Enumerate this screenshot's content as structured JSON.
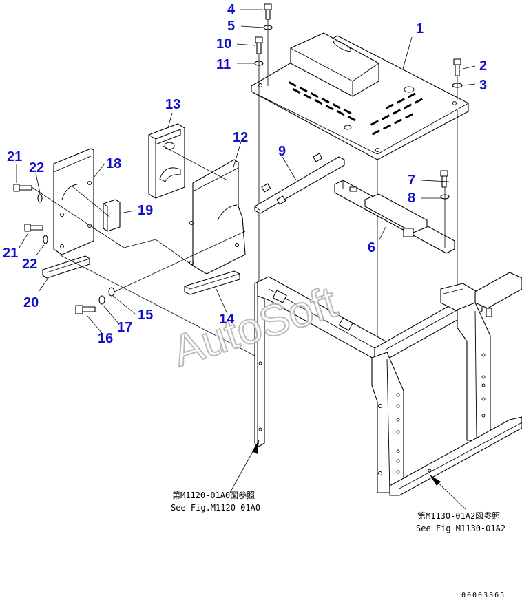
{
  "diagram": {
    "watermark": "AutoSoft",
    "document_number": "00003865",
    "callouts": [
      {
        "id": "c1",
        "label": "1"
      },
      {
        "id": "c2",
        "label": "2"
      },
      {
        "id": "c3",
        "label": "3"
      },
      {
        "id": "c4",
        "label": "4"
      },
      {
        "id": "c5",
        "label": "5"
      },
      {
        "id": "c6",
        "label": "6"
      },
      {
        "id": "c7",
        "label": "7"
      },
      {
        "id": "c8",
        "label": "8"
      },
      {
        "id": "c9",
        "label": "9"
      },
      {
        "id": "c10",
        "label": "10"
      },
      {
        "id": "c11",
        "label": "11"
      },
      {
        "id": "c12",
        "label": "12"
      },
      {
        "id": "c13",
        "label": "13"
      },
      {
        "id": "c14",
        "label": "14"
      },
      {
        "id": "c15",
        "label": "15"
      },
      {
        "id": "c16",
        "label": "16"
      },
      {
        "id": "c17",
        "label": "17"
      },
      {
        "id": "c18",
        "label": "18"
      },
      {
        "id": "c19",
        "label": "19"
      },
      {
        "id": "c20",
        "label": "20"
      },
      {
        "id": "c21a",
        "label": "21"
      },
      {
        "id": "c21b",
        "label": "21"
      },
      {
        "id": "c22a",
        "label": "22"
      },
      {
        "id": "c22b",
        "label": "22"
      }
    ],
    "references": {
      "left_jp": "第M1120-01A0図参照",
      "left_en": "See Fig.M1120-01A0",
      "right_jp": "第M1130-01A2図参照",
      "right_en": "See Fig M1130-01A2"
    }
  }
}
